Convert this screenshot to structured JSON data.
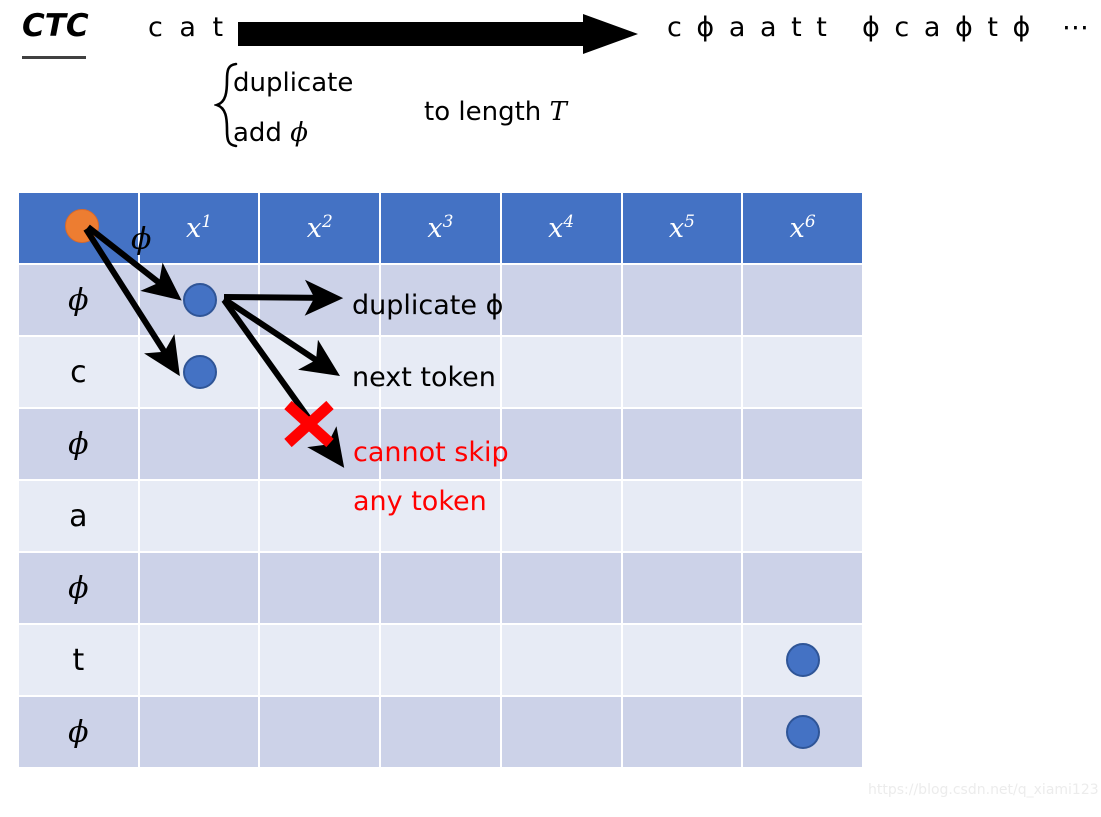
{
  "title": {
    "label": "CTC"
  },
  "transform": {
    "source_sequence": "c a t",
    "arrow_icon": "block-arrow-right",
    "output_sequence_1": "c ϕ a a t t",
    "output_sequence_2": "ϕ c a ϕ t ϕ",
    "ellipsis": "⋯",
    "brace_icon": "left-curly-brace",
    "note_line_1": "duplicate",
    "note_line_2_prefix": "add ",
    "note_line_2_symbol": "ϕ",
    "note_length_prefix": "to length ",
    "note_length_symbol": "T"
  },
  "lattice": {
    "header": {
      "start_cell_icon": "orange-dot",
      "phi_edge_label": "ϕ",
      "columns": [
        {
          "base": "x",
          "sup": "1"
        },
        {
          "base": "x",
          "sup": "2"
        },
        {
          "base": "x",
          "sup": "3"
        },
        {
          "base": "x",
          "sup": "4"
        },
        {
          "base": "x",
          "sup": "5"
        },
        {
          "base": "x",
          "sup": "6"
        }
      ]
    },
    "rows": [
      {
        "label": "ϕ",
        "shade": "dark",
        "dots": [
          1,
          0,
          0,
          0,
          0,
          0
        ]
      },
      {
        "label": "c",
        "shade": "light",
        "dots": [
          1,
          0,
          0,
          0,
          0,
          0
        ]
      },
      {
        "label": "ϕ",
        "shade": "dark",
        "dots": [
          0,
          0,
          0,
          0,
          0,
          0
        ]
      },
      {
        "label": "a",
        "shade": "light",
        "dots": [
          0,
          0,
          0,
          0,
          0,
          0
        ]
      },
      {
        "label": "ϕ",
        "shade": "dark",
        "dots": [
          0,
          0,
          0,
          0,
          0,
          0
        ]
      },
      {
        "label": "t",
        "shade": "light",
        "dots": [
          0,
          0,
          0,
          0,
          0,
          1
        ]
      },
      {
        "label": "ϕ",
        "shade": "dark",
        "dots": [
          0,
          0,
          0,
          0,
          0,
          1
        ]
      }
    ]
  },
  "annotations": {
    "duplicate_phi": "duplicate ϕ",
    "next_token": "next token",
    "cannot_skip": "cannot skip",
    "any_token": "any token",
    "forbidden_icon": "red-x-mark"
  },
  "colors": {
    "header_blue": "#4472C4",
    "dot_blue": "#4472C4",
    "dot_orange": "#ED7D31",
    "row_dark": "#CCD2E8",
    "row_light": "#E7EBF5",
    "error_red": "#FF0000"
  },
  "watermark": {
    "text": "https://blog.csdn.net/q_xiami123"
  }
}
